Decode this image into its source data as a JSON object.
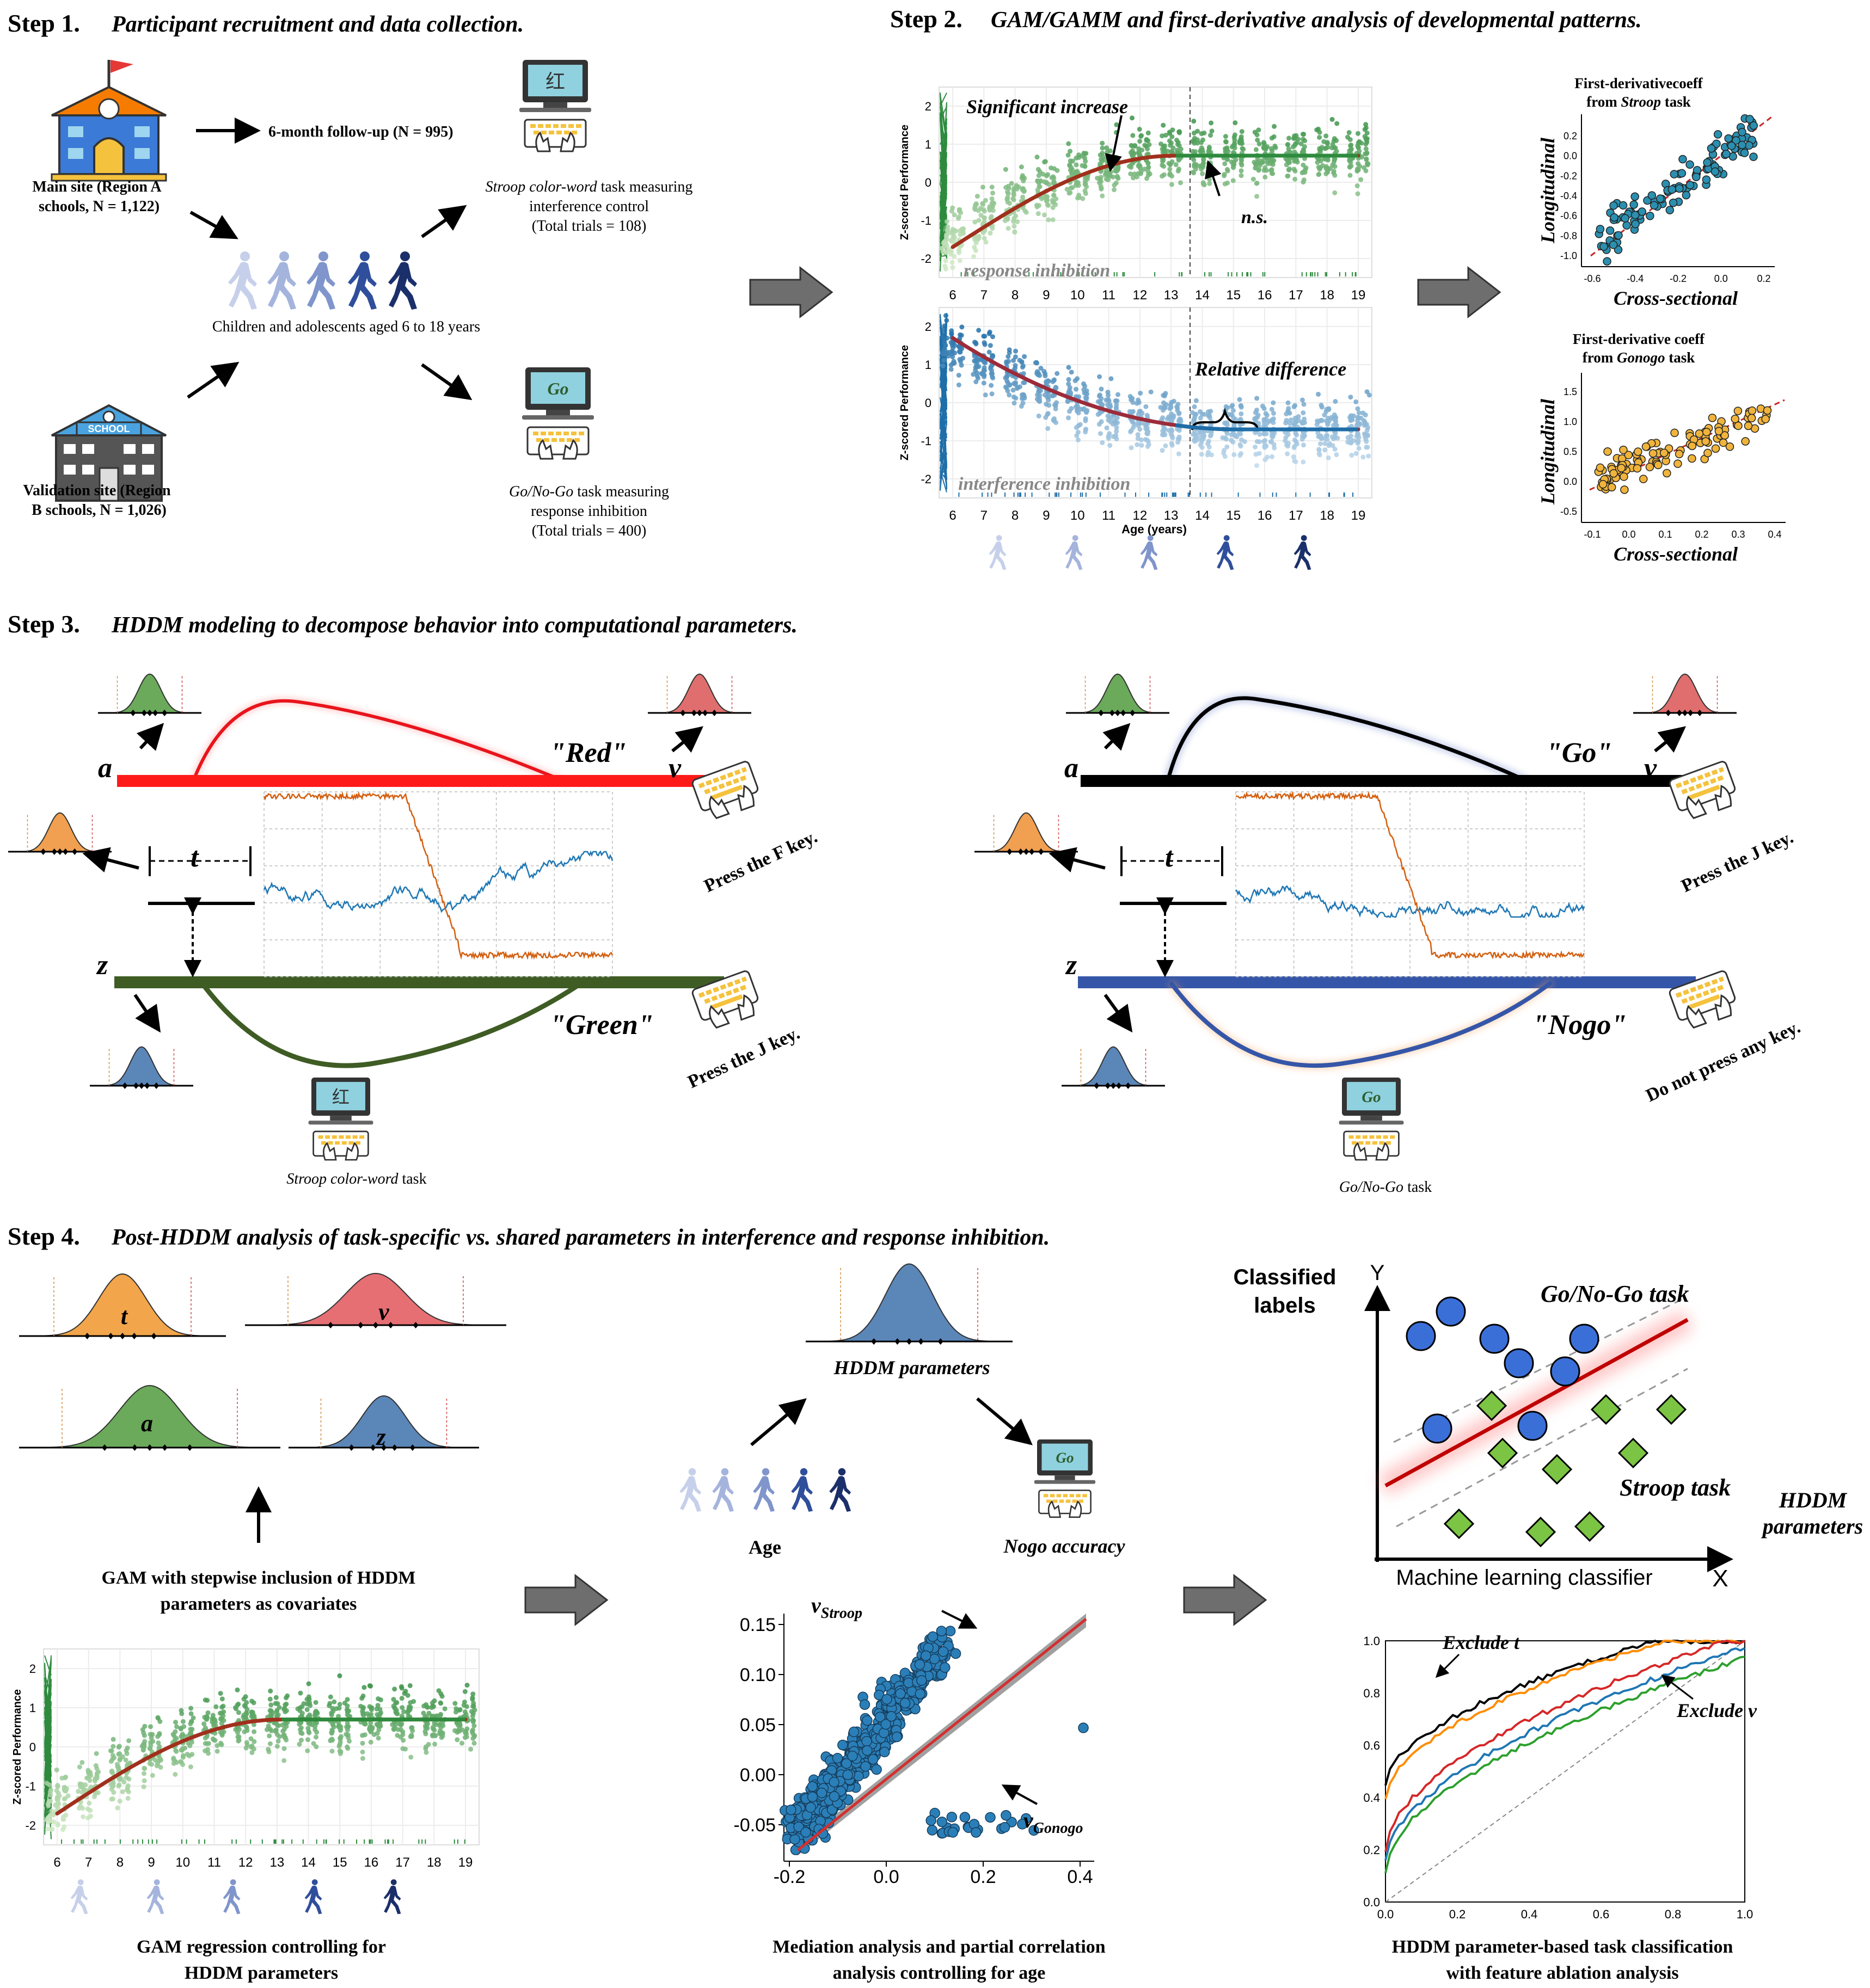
{
  "step1": {
    "heading_num": "Step 1.",
    "heading_text": "Participant recruitment and data collection.",
    "main_site_line1": "Main site (Region A",
    "main_site_line2": "schools, N = 1,122)",
    "followup": "6-month follow-up (N = 995)",
    "children": "Children and adolescents aged 6 to 18 years",
    "validation_line1": "Validation site (Region",
    "validation_line2": "B schools, N = 1,026)",
    "school_sign": "SCHOOL",
    "stroop_char": "红",
    "stroop_line1_task": "Stroop color-word",
    "stroop_line1_rest": "task measuring",
    "stroop_line2": "interference control",
    "stroop_line3": "(Total trials = 108)",
    "go_word": "Go",
    "gonogo_line1_task": "Go/No-Go",
    "gonogo_line1_rest": "task measuring",
    "gonogo_line2": "response inhibition",
    "gonogo_line3": "(Total trials = 400)"
  },
  "step2": {
    "heading_num": "Step 2.",
    "heading_text": "GAM/GAMM and first-derivative analysis of developmental patterns.",
    "ylabel": "Z-scored Performance",
    "xlabel": "Age (years)",
    "ages": [
      "6",
      "7",
      "8",
      "9",
      "10",
      "11",
      "12",
      "13",
      "14",
      "15",
      "16",
      "17",
      "18",
      "19"
    ],
    "yticks": [
      "2",
      "1",
      "0",
      "-1",
      "-2"
    ],
    "sig_increase": "Significant increase",
    "ns": "n.s.",
    "panel_top_label": "response inhibition",
    "panel_bottom_label": "interference inhibition",
    "rel_diff": "Relative difference",
    "scatter1_title1": "First-derivativecoeff",
    "scatter1_title2_pre": "from",
    "scatter1_title2_task": "Stroop",
    "scatter1_title2_post": "task",
    "scatter2_title1": "First-derivative coeff",
    "scatter2_title2_pre": "from",
    "scatter2_title2_task": "Gonogo",
    "scatter2_title2_post": "task",
    "scatter_ylabel": "Longitudinal",
    "scatter_xlabel": "Cross-sectional",
    "scatter1_xticks": [
      "-0.6",
      "-0.4",
      "-0.2",
      "0.0",
      "0.2"
    ],
    "scatter1_yticks": [
      "0.2",
      "0.0",
      "-0.2",
      "-0.4",
      "-0.6",
      "-0.8",
      "-1.0"
    ],
    "scatter2_xticks": [
      "-0.1",
      "0.0",
      "0.1",
      "0.2",
      "0.3",
      "0.4"
    ],
    "scatter2_yticks": [
      "1.5",
      "1.0",
      "0.5",
      "0.0",
      "-0.5"
    ]
  },
  "step3": {
    "heading_num": "Step 3.",
    "heading_text": "HDDM modeling to decompose behavior into computational parameters.",
    "param_a": "a",
    "param_v": "v",
    "param_t": "t",
    "param_z": "z",
    "red": "\"Red\"",
    "green": "\"Green\"",
    "go": "\"Go\"",
    "nogo": "\"Nogo\"",
    "press_f": "Press the F key.",
    "press_j": "Press the J key.",
    "press_j2": "Press the J key.",
    "no_press": "Do not press any key.",
    "stroop_task_it": "Stroop color-word",
    "stroop_task_rest": "task",
    "gonogo_task_it": "Go/No-Go",
    "gonogo_task_rest": "task"
  },
  "step4": {
    "heading_num": "Step 4.",
    "heading_text": "Post-HDDM analysis of task-specific vs. shared parameters in interference and response inhibition.",
    "gam_stepwise_line1": "GAM with stepwise inclusion of HDDM",
    "gam_stepwise_line2": "parameters as covariates",
    "gam_reg_line1": "GAM regression controlling for",
    "gam_reg_line2": "HDDM parameters",
    "hddm_params": "HDDM  parameters",
    "age": "Age",
    "nogo_acc": "Nogo accuracy",
    "v_stroop_base": "v",
    "v_stroop_sub": "Stroop",
    "v_gonogo_base": "v",
    "v_gonogo_sub": "Gonogo",
    "mediation_line1": "Mediation analysis and partial correlation",
    "mediation_line2": "analysis controlling for age",
    "med_xticks": [
      "-0.2",
      "0.0",
      "0.2",
      "0.4"
    ],
    "med_yticks": [
      "0.15",
      "0.10",
      "0.05",
      "0.00",
      "-0.05"
    ],
    "classified_line1": "Classified",
    "classified_line2": "labels",
    "axis_y": "Y",
    "axis_x": "X",
    "gonogo_task": "Go/No-Go task",
    "stroop_task": "Stroop task",
    "hddm_line1": "HDDM",
    "hddm_line2": "parameters",
    "ml_classifier": "Machine learning classifier",
    "exclude_t": "Exclude t",
    "exclude_v": "Exclude v",
    "roc_ticks": [
      "0.0",
      "0.2",
      "0.4",
      "0.6",
      "0.8",
      "1.0"
    ],
    "roc_caption_line1": "HDDM parameter-based task classification",
    "roc_caption_line2": "with feature ablation analysis"
  }
}
